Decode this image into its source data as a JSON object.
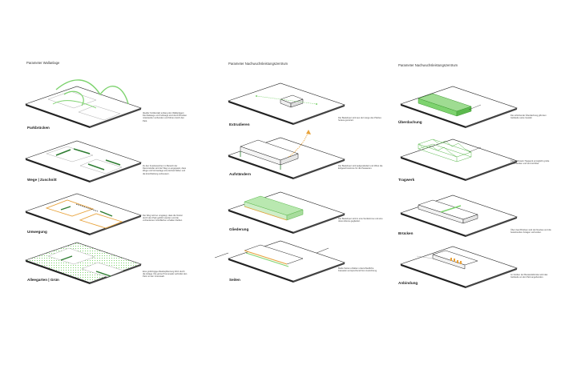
{
  "columns": [
    {
      "title": "Parameter Wallanlage",
      "steps": [
        {
          "label": "Parkbrücken",
          "note": "Ideeller Fußkontakt entlang den Wallanlagen: Die Radwege und Fußwege sind durch Brücken miteinander verbunden und führen durch den Park."
        },
        {
          "label": "Wege | Zuschnitt",
          "note": "Zu den Fussbereichen im Bereich der Dammstraße wird der Weg so angepasst, dass Wege und Grünanlage eine Einheit bilden und die Erschließung verbessern."
        },
        {
          "label": "Umwegung",
          "note": "Der Weg wird so umgelegt, dass die Nutzer durch den Park geführt werden und die vorhandenen Grünflächen erhalten bleiben."
        },
        {
          "label": "Alleegarten | Grün",
          "note": "Eine großzügige Alleebepflanzung führt durch die Anlage. Die grüne Promenade verbindet den Park mit der Innenstadt."
        }
      ]
    },
    {
      "title": "Parameter Nachwuchsleistungszentrum",
      "steps": [
        {
          "label": "Extrudieren",
          "note": "Der Baukörper wird aus der Länge des Platzes heraus generiert."
        },
        {
          "label": "Aufständern",
          "note": "Der Baukörper wird aufgeständert und öffnet die Erdgeschosszone für die Passanten."
        },
        {
          "label": "Gliederung",
          "note": "Der Baukörper wird in eine Sockelzone und eine obere Ebene gegliedert."
        },
        {
          "label": "Seiten",
          "note": "Beide Seiten erhalten unterschiedliche Fassaden entsprechend ihrer Ausrichtung."
        }
      ]
    },
    {
      "title": "Parameter Nachwuchsleistungszentrum",
      "steps": [
        {
          "label": "Überdachung",
          "note": "Die schützende Überdachung gibt dem Gebäude seine Gestalt."
        },
        {
          "label": "Tragwerk",
          "note": "Das Fachwerk-Tragwerk ermöglicht große Spannweiten und wird sichtbar."
        },
        {
          "label": "Brücken",
          "note": "Über zwei Brücken sind der Neubau und die bestehenden Anlagen verbunden."
        },
        {
          "label": "Anbindung",
          "note": "Im Norden der Bestandsbrücke wird das Gebäude an den Park angebunden."
        }
      ]
    }
  ],
  "colors": {
    "accent_green": "#7ed36f",
    "accent_orange": "#e8a23a",
    "line": "#222222",
    "background": "#ffffff"
  }
}
